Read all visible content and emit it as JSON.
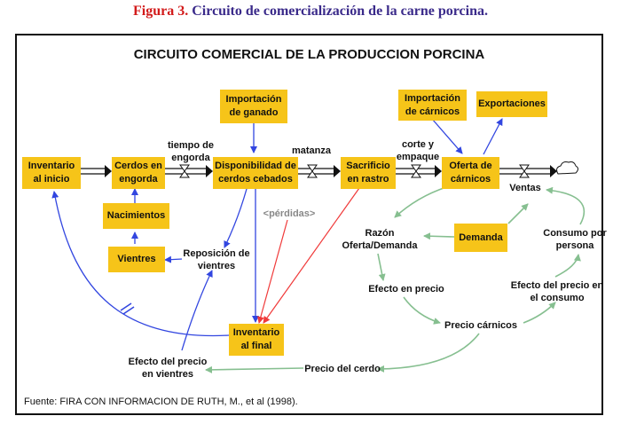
{
  "caption": {
    "figure": "Figura 3.",
    "text": "Circuito de comercialización de la carne porcina."
  },
  "title": "CIRCUITO COMERCIAL DE LA PRODUCCION PORCINA",
  "nodes": {
    "inventario_inicio": "Inventario\nal inicio",
    "cerdos_engorda": "Cerdos en\nengorda",
    "nacimientos": "Nacimientos",
    "vientres": "Vientres",
    "importacion_ganado": "Importación\nde ganado",
    "disponibilidad": "Disponibilidad de\ncerdos cebados",
    "sacrificio": "Sacrificio\nen rastro",
    "importacion_carnicos": "Importación\nde cárnicos",
    "exportaciones": "Exportaciones",
    "oferta_carnicos": "Oferta de\ncárnicos",
    "demanda": "Demanda",
    "inventario_final": "Inventario\nal final"
  },
  "labels": {
    "tiempo_engorda": "tiempo de\nengorda",
    "matanza": "matanza",
    "corte_empaque": "corte y\nempaque",
    "ventas": "Ventas",
    "perdidas": "<pérdidas>",
    "reposicion": "Reposición de\nvientres",
    "razon": "Razón\nOferta/Demanda",
    "efecto_precio": "Efecto en precio",
    "precio_carnicos": "Precio cárnicos",
    "consumo_persona": "Consumo por\npersona",
    "efecto_consumo": "Efecto del precio en\nel consumo",
    "efecto_vientres": "Efecto del precio\nen vientres",
    "precio_cerdo": "Precio del cerdo"
  },
  "source": "Fuente: FIRA CON INFORMACION DE RUTH, M., et al (1998).",
  "colors": {
    "node": "#f6c419",
    "causal_blue": "#3246e0",
    "feedback_green": "#86bf90",
    "loss_red": "#f03a3a",
    "label_gray": "#888888"
  }
}
